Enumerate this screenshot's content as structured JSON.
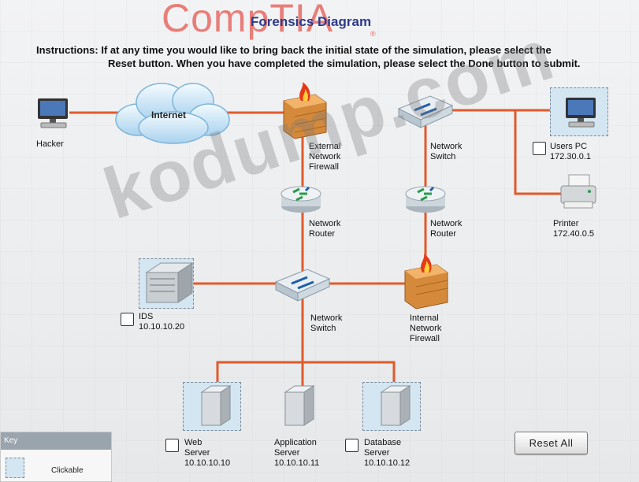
{
  "header": {
    "brand": "CompTIA",
    "brand_mark": "®",
    "title": "Forensics Diagram"
  },
  "instructions": {
    "line1": "Instructions: If at any time you would like to bring back the initial state of the simulation, please select the",
    "line2": "Reset button. When you have completed the simulation, please select the Done button to submit."
  },
  "nodes": {
    "hacker": "Hacker",
    "internet": "Internet",
    "external_firewall": [
      "External",
      "Network",
      "Firewall"
    ],
    "network_switch_top": [
      "Network",
      "Switch"
    ],
    "router_left": [
      "Network",
      "Router"
    ],
    "router_right": [
      "Network",
      "Router"
    ],
    "users_pc": [
      "Users PC",
      "172.30.0.1"
    ],
    "printer": [
      "Printer",
      "172.40.0.5"
    ],
    "ids": [
      "IDS",
      "10.10.10.20"
    ],
    "network_switch_center": [
      "Network",
      "Switch"
    ],
    "internal_firewall": [
      "Internal",
      "Network",
      "Firewall"
    ],
    "web_server": [
      "Web",
      "Server",
      "10.10.10.10"
    ],
    "application_server": [
      "Application",
      "Server",
      "10.10.10.11"
    ],
    "database_server": [
      "Database",
      "Server",
      "10.10.10.12"
    ]
  },
  "key": {
    "heading": "Key",
    "clickable": "Clickable"
  },
  "buttons": {
    "reset_all": "Reset All"
  },
  "watermark": "kodump.com",
  "colors": {
    "link_line": "#e05a2a",
    "brand": "#e8726c",
    "title": "#2b3a8a",
    "clickable_fill": "#d3e6f2"
  }
}
